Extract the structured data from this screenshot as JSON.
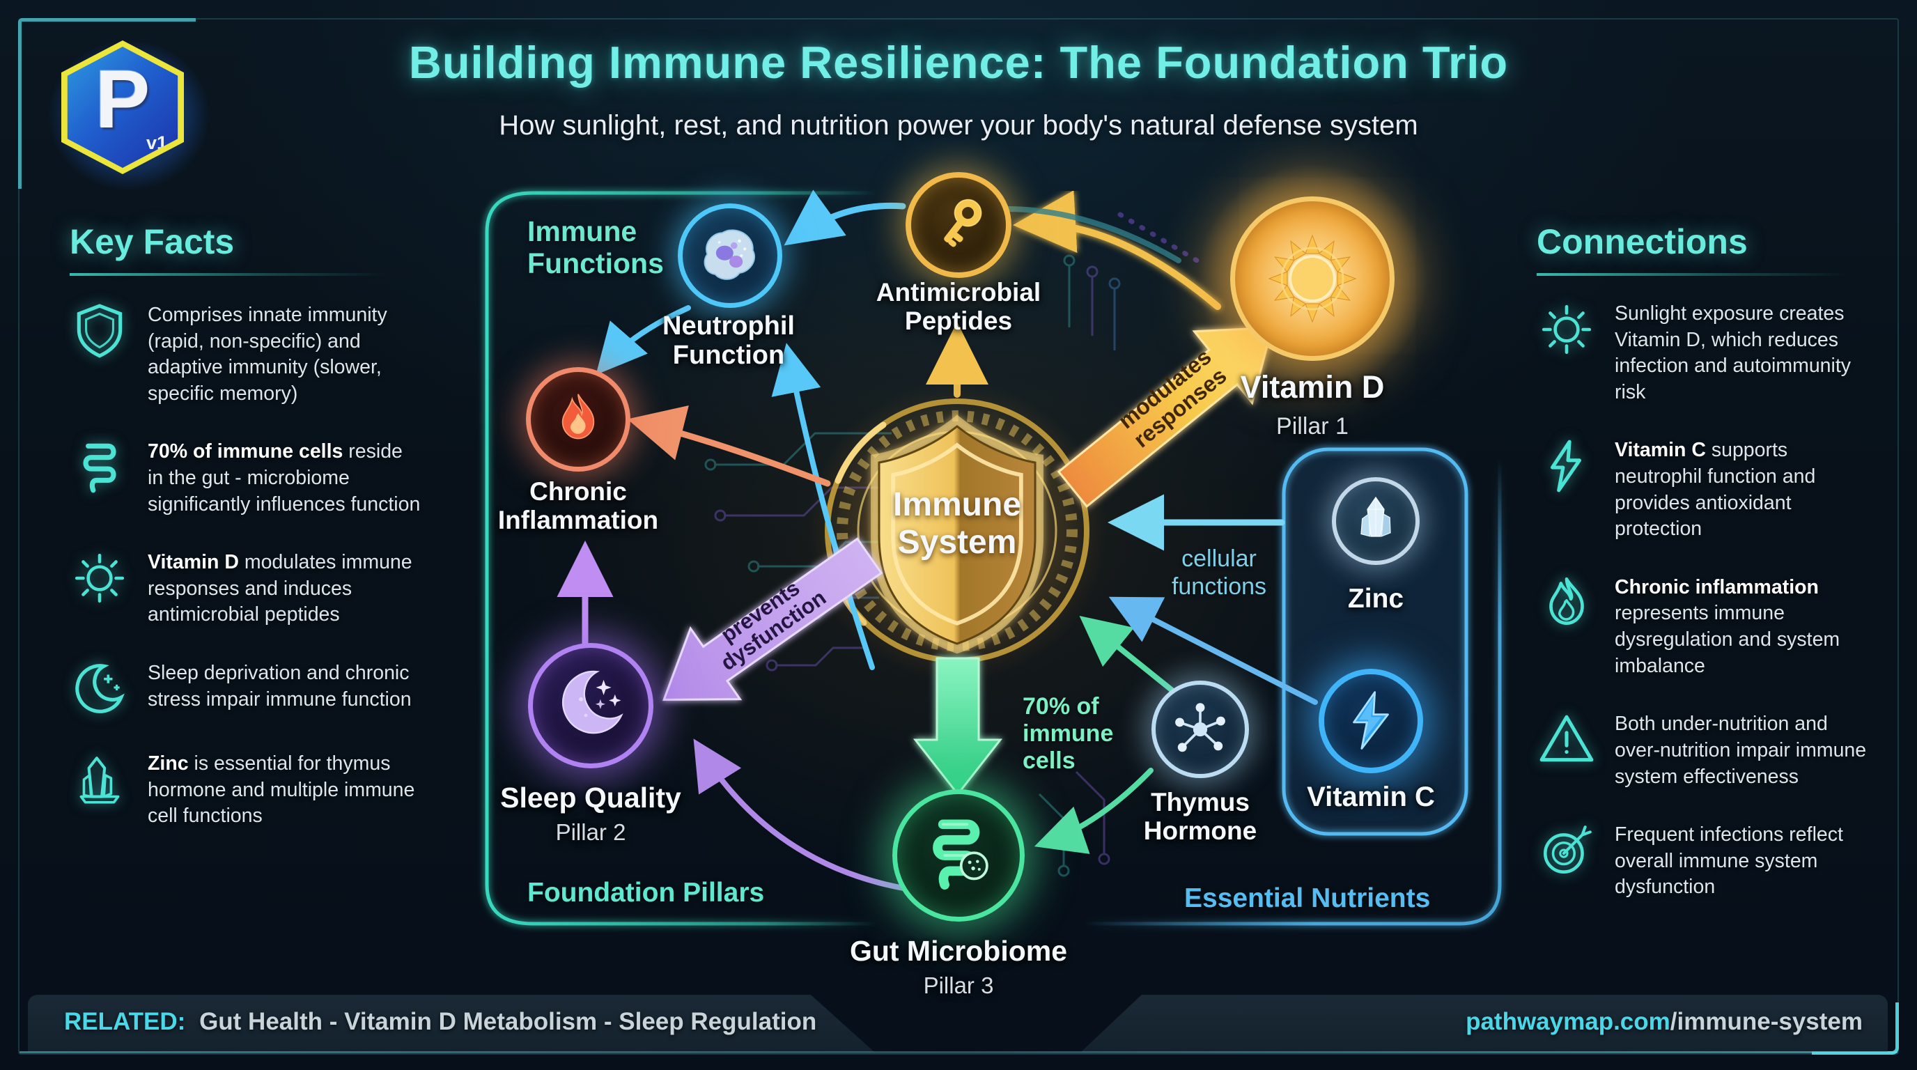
{
  "brand": {
    "letter": "P",
    "version": "v1"
  },
  "header": {
    "title": "Building Immune Resilience: The Foundation Trio",
    "subtitle": "How sunlight, rest, and nutrition power your body's natural defense system"
  },
  "key_facts": {
    "heading": "Key Facts",
    "items": [
      {
        "icon": "shield-icon",
        "lead": "",
        "text": "Comprises innate immunity (rapid, non-specific) and adaptive immunity (slower, specific memory)"
      },
      {
        "icon": "gut-icon",
        "lead": "70% of immune cells",
        "text": " reside in the gut - microbiome significantly influences function"
      },
      {
        "icon": "sun-icon",
        "lead": "Vitamin D",
        "text": " modulates immune responses and induces antimicrobial peptides"
      },
      {
        "icon": "moon-icon",
        "lead": "",
        "text": "Sleep deprivation and chronic stress impair immune function"
      },
      {
        "icon": "crystal-icon",
        "lead": "Zinc",
        "text": " is essential for thymus hormone and multiple immune cell functions"
      }
    ]
  },
  "connections": {
    "heading": "Connections",
    "items": [
      {
        "icon": "sun-icon",
        "lead": "",
        "text": "Sunlight exposure creates Vitamin D, which reduces infection and autoimmunity risk"
      },
      {
        "icon": "bolt-icon",
        "lead": "Vitamin C",
        "text": " supports neutrophil function and provides antioxidant protection"
      },
      {
        "icon": "flame-icon",
        "lead": "Chronic inflammation",
        "text": " represents immune dysregulation and system imbalance"
      },
      {
        "icon": "warning-icon",
        "lead": "",
        "text": "Both under-nutrition and over-nutrition impair immune system effectiveness"
      },
      {
        "icon": "target-icon",
        "lead": "",
        "text": "Frequent infections reflect overall immune system dysfunction"
      }
    ]
  },
  "diagram": {
    "center_label": "Immune System",
    "regions": {
      "immune_functions": "Immune Functions",
      "foundation_pillars": "Foundation Pillars",
      "essential_nutrients": "Essential Nutrients"
    },
    "nodes": {
      "neutrophil": {
        "label": "Neutrophil Function",
        "icon": "neutrophil-cell-icon"
      },
      "antimicrobial": {
        "label": "Antimicrobial Peptides",
        "icon": "key-icon"
      },
      "vitamin_d": {
        "label": "Vitamin D",
        "sublabel": "Pillar 1",
        "icon": "sun-icon"
      },
      "chronic_inflammation": {
        "label": "Chronic Inflammation",
        "icon": "flame-icon"
      },
      "sleep": {
        "label": "Sleep Quality",
        "sublabel": "Pillar 2",
        "icon": "moon-icon"
      },
      "gut": {
        "label": "Gut Microbiome",
        "sublabel": "Pillar 3",
        "icon": "intestine-icon"
      },
      "thymus": {
        "label": "Thymus Hormone",
        "icon": "molecule-icon"
      },
      "zinc": {
        "label": "Zinc",
        "icon": "crystal-icon"
      },
      "vitamin_c": {
        "label": "Vitamin C",
        "icon": "bolt-icon"
      }
    },
    "edge_labels": {
      "modulates": "modulates responses",
      "prevents": "prevents dysfunction",
      "gut_share": "70% of immune cells",
      "cellular": "cellular functions"
    }
  },
  "footer": {
    "related_label": "RELATED:",
    "related_text": "Gut Health - Vitamin D Metabolism - Sleep Regulation",
    "site": "pathwaymap.com",
    "path": "/immune-system"
  },
  "colors": {
    "accent_cyan": "#5ee9dd",
    "accent_blue": "#54baf2",
    "accent_gold": "#f2c14e",
    "accent_green": "#46e09a",
    "accent_purple": "#b183f2"
  }
}
